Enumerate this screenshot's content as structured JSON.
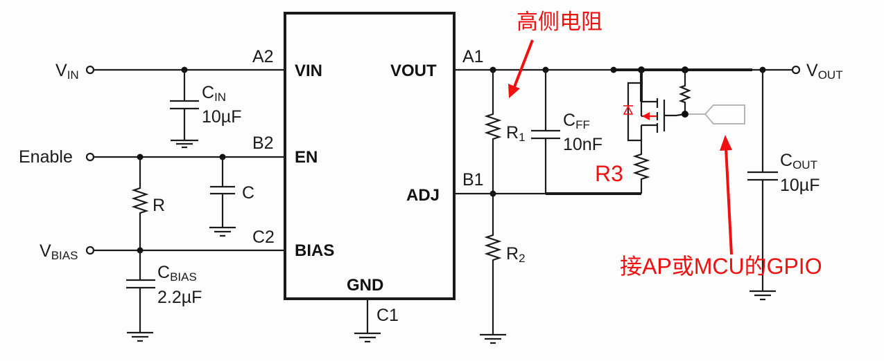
{
  "ic": {
    "pins": {
      "vin": "VIN",
      "en": "EN",
      "bias": "BIAS",
      "vout": "VOUT",
      "adj": "ADJ",
      "gnd": "GND"
    },
    "pin_numbers": {
      "vin": "A2",
      "en": "B2",
      "bias": "C2",
      "vout": "A1",
      "adj": "B1",
      "gnd": "C1"
    }
  },
  "terminals": {
    "vin": {
      "main": "V",
      "sub": "IN"
    },
    "enable": "Enable",
    "vbias": {
      "main": "V",
      "sub": "BIAS"
    },
    "vout": {
      "main": "V",
      "sub": "OUT"
    }
  },
  "components": {
    "cin": {
      "main": "C",
      "sub": "IN",
      "value": "10µF"
    },
    "r": "R",
    "c": "C",
    "cbias": {
      "main": "C",
      "sub": "BIAS",
      "value": "2.2µF"
    },
    "r1": {
      "main": "R",
      "sub": "1"
    },
    "r2": {
      "main": "R",
      "sub": "2"
    },
    "cff": {
      "main": "C",
      "sub": "FF",
      "value": "10nF"
    },
    "cout": {
      "main": "C",
      "sub": "OUT",
      "value": "10µF"
    }
  },
  "annotations": {
    "high_side_resistor": "高侧电阻",
    "r3": "R3",
    "gpio": "接AP或MCU的GPIO",
    "color": "#f01010"
  }
}
